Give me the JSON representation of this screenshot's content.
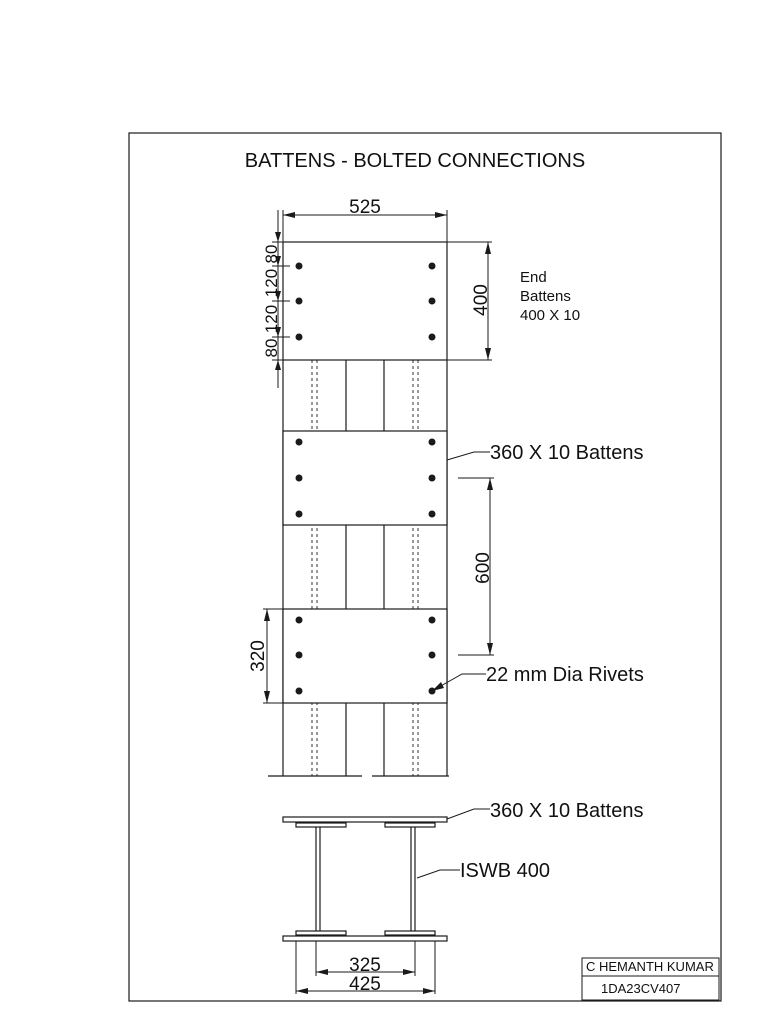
{
  "title": "BATTENS - BOLTED CONNECTIONS",
  "dimensions": {
    "width_525": "525",
    "height_400": "400",
    "spacing_80_top": "80",
    "spacing_120_a": "120",
    "spacing_120_b": "120",
    "spacing_80_bottom": "80",
    "spacing_600": "600",
    "height_320": "320",
    "width_325": "325",
    "width_425": "425"
  },
  "labels": {
    "end_battens_line1": "End",
    "end_battens_line2": "Battens",
    "end_battens_line3": "400 X 10",
    "battens_360_top": "360 X 10 Battens",
    "rivets": "22 mm Dia Rivets",
    "battens_360_section": "360 X 10 Battens",
    "section": "ISWB 400"
  },
  "title_block": {
    "name": "C HEMANTH  KUMAR",
    "usn": "1DA23CV407"
  }
}
